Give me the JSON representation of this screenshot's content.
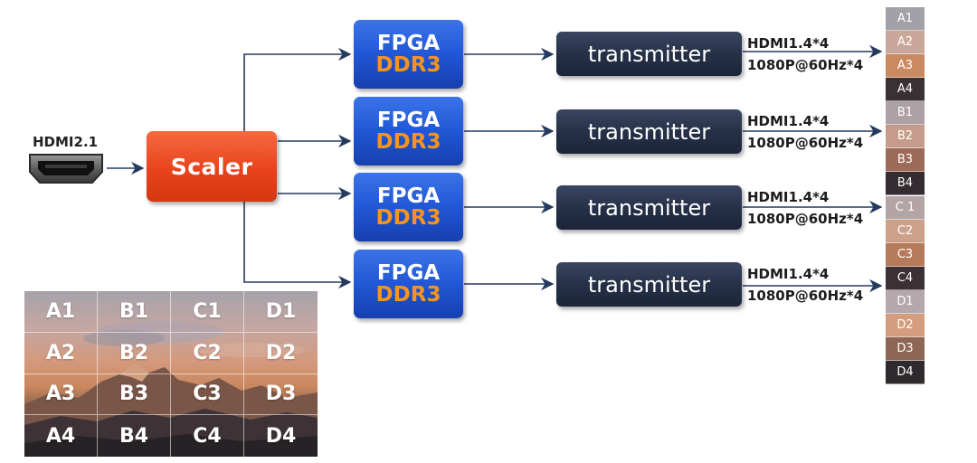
{
  "input": {
    "label": "HDMI2.1",
    "icon": "hdmi-port-icon"
  },
  "scaler": {
    "label": "Scaler",
    "color": "#e9431d"
  },
  "fpga_units": [
    {
      "line1": "FPGA",
      "line2": "DDR3"
    },
    {
      "line1": "FPGA",
      "line2": "DDR3"
    },
    {
      "line1": "FPGA",
      "line2": "DDR3"
    },
    {
      "line1": "FPGA",
      "line2": "DDR3"
    }
  ],
  "fpga_colors": {
    "box": "#2157d6",
    "ddr_text": "#f7941d"
  },
  "transmitters": [
    {
      "label": "transmitter"
    },
    {
      "label": "transmitter"
    },
    {
      "label": "transmitter"
    },
    {
      "label": "transmitter"
    }
  ],
  "outputs": [
    {
      "line1": "HDMI1.4*4",
      "line2": "1080P@60Hz*4"
    },
    {
      "line1": "HDMI1.4*4",
      "line2": "1080P@60Hz*4"
    },
    {
      "line1": "HDMI1.4*4",
      "line2": "1080P@60Hz*4"
    },
    {
      "line1": "HDMI1.4*4",
      "line2": "1080P@60Hz*4"
    }
  ],
  "output_strips": [
    [
      "A1",
      "A2",
      "A3",
      "A4"
    ],
    [
      "B1",
      "B2",
      "B3",
      "B4"
    ],
    [
      "C 1",
      "C2",
      "C3",
      "C4"
    ],
    [
      "D1",
      "D2",
      "D3",
      "D4"
    ]
  ],
  "grid": {
    "rows": [
      [
        "A1",
        "B1",
        "C1",
        "D1"
      ],
      [
        "A2",
        "B2",
        "C2",
        "D2"
      ],
      [
        "A3",
        "B3",
        "C3",
        "D3"
      ],
      [
        "A4",
        "B4",
        "C4",
        "D4"
      ]
    ]
  }
}
